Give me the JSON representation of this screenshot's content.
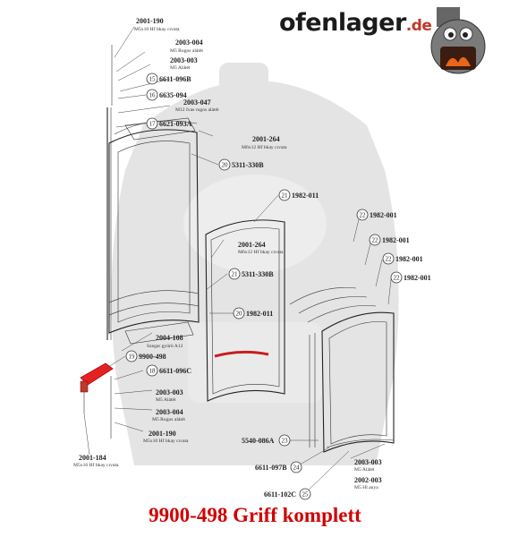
{
  "brand": {
    "name": "ofenlager",
    "tld": ".de"
  },
  "title": "9900-498 Griff komplett",
  "colors": {
    "highlight": "#e52222",
    "title": "#d10000",
    "watermark": "#dcdcdc"
  },
  "labels": {
    "l1": {
      "pn": "2001-190",
      "desc": "M5x10 Hf bkay cıvata"
    },
    "l2": {
      "pn": "2003-004",
      "desc": "M5 Rugos alátét"
    },
    "l3": {
      "pn": "2003-003",
      "desc": "M5 Alátét"
    },
    "l4": {
      "badge": "15",
      "pn": "6611-096B"
    },
    "l5": {
      "badge": "16",
      "pn": "6635-094"
    },
    "l6": {
      "pn": "2003-047",
      "desc": "M12 Ivas rugos alátét"
    },
    "l7": {
      "badge": "17",
      "pn": "6621-093A"
    },
    "l8": {
      "pn": "2001-264",
      "desc": "M6x12 Hf bkay cıvata"
    },
    "l9": {
      "badge": "20",
      "pn": "5311-330B"
    },
    "l10": {
      "badge": "21",
      "pn": "1982-011"
    },
    "l11": {
      "pn": "2001-264",
      "desc": "M6x12 Hf bkay cıvata"
    },
    "l12": {
      "badge": "21",
      "pn": "5311-330B"
    },
    "l13": {
      "badge": "20",
      "pn": "1982-011"
    },
    "l14": {
      "badge": "22",
      "pn": "1982-001"
    },
    "l15": {
      "badge": "22",
      "pn": "1982-001"
    },
    "l16": {
      "badge": "22",
      "pn": "1982-001"
    },
    "l17": {
      "badge": "22",
      "pn": "1982-001"
    },
    "l18": {
      "pn": "2004-108",
      "desc": "Szegar gyürü A12"
    },
    "l19": {
      "badge": "19",
      "pn": "9900-498"
    },
    "l20": {
      "badge": "18",
      "pn": "6611-096C"
    },
    "l21": {
      "pn": "2003-003",
      "desc": "M5 Alátét"
    },
    "l22": {
      "pn": "2003-004",
      "desc": "M5 Rugos alátét"
    },
    "l23": {
      "pn": "2001-190",
      "desc": "M5x10 Hf bkay cıvata"
    },
    "l24": {
      "pn": "2001-184",
      "desc": "M5x16 Hf bkay cıvata"
    },
    "l25": {
      "badge": "23",
      "pn": "5540-086A"
    },
    "l26": {
      "badge": "24",
      "pn": "6611-097B"
    },
    "l27": {
      "badge": "25",
      "pn": "6611-102C"
    },
    "l28": {
      "pn": "2003-003",
      "desc": "M5 Alátét"
    },
    "l29": {
      "pn": "2002-003",
      "desc": "M5 Hl anya"
    }
  }
}
